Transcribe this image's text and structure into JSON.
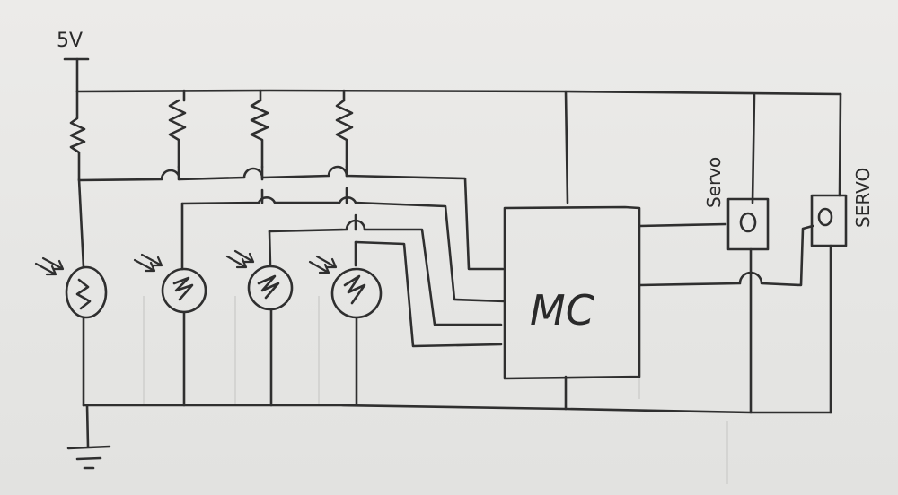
{
  "labels": {
    "supply": "5V",
    "mcu": "MC",
    "servo_1": "Servo",
    "servo_2": "SERVO"
  },
  "colors": {
    "ink": "#2f2f2f",
    "paper": "#e9e9e7"
  },
  "diagram": {
    "type": "circuit-schematic",
    "photoresistors": 4,
    "pullup_resistors": 4,
    "servos": 2,
    "has_ground_symbol": true
  }
}
